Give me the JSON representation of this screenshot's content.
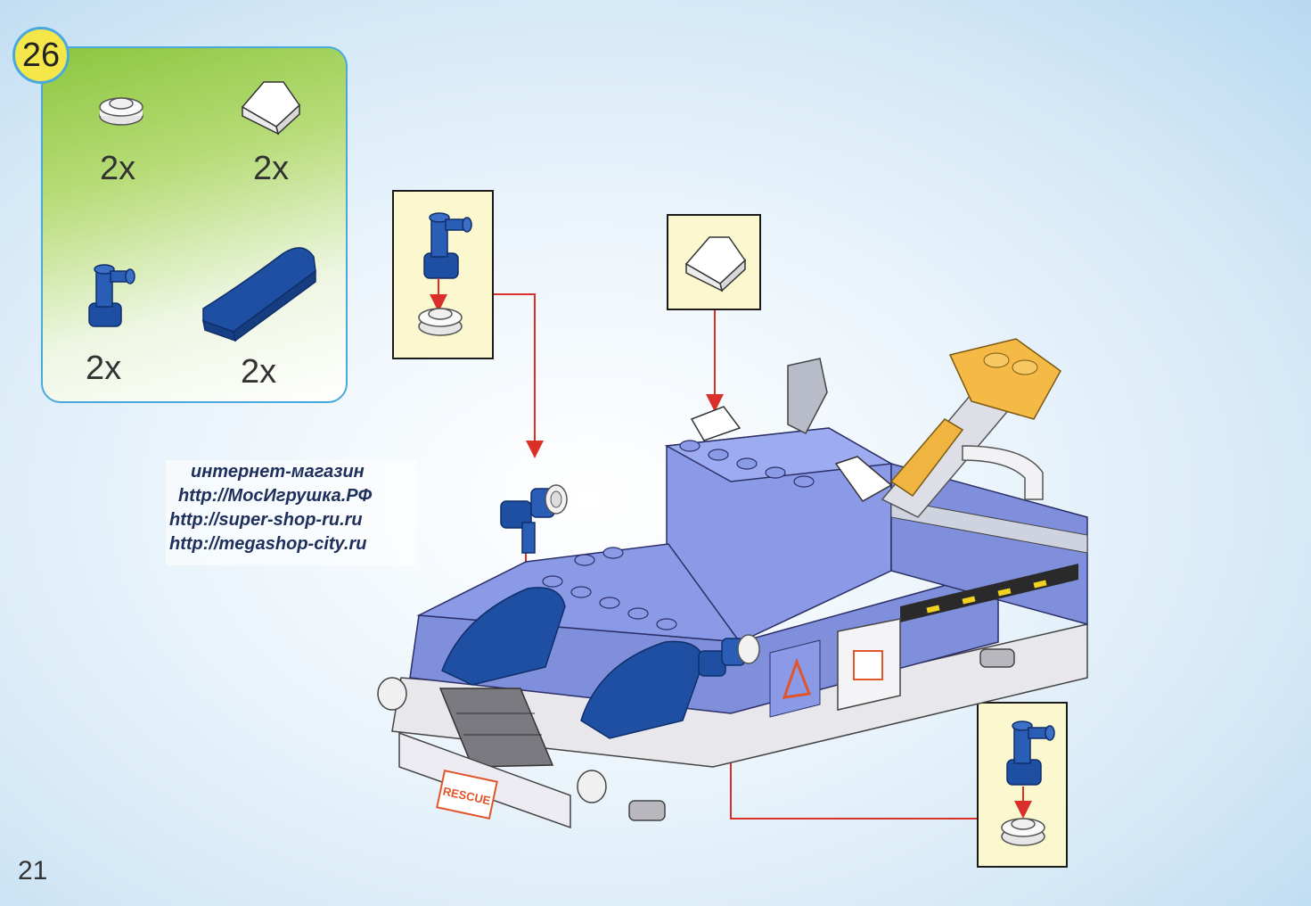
{
  "step": {
    "number": "26"
  },
  "parts": [
    {
      "name": "round-plate-1x1",
      "quantity": "2x",
      "color": "#ffffff"
    },
    {
      "name": "slope-wedge-white",
      "quantity": "2x",
      "color": "#ffffff"
    },
    {
      "name": "bar-holder-blue",
      "quantity": "2x",
      "color": "#1e4fa3"
    },
    {
      "name": "curved-slope-blue",
      "quantity": "2x",
      "color": "#1e4fa3"
    }
  ],
  "watermark": {
    "lines": [
      "интернет-магазин",
      "http://МосИгрушка.РФ",
      "http://super-shop-ru.ru",
      "http://megashop-city.ru"
    ]
  },
  "vehicle": {
    "plate_label": "RESCUE"
  },
  "page": {
    "number": "21"
  },
  "colors": {
    "panel_border": "#4aa9dc",
    "panel_green": "#8cc63e",
    "badge_yellow": "#f5e74a",
    "callout_bg": "#fbf7cf",
    "arrow_red": "#d9302a",
    "brick_blue": "#1e4fa3",
    "body_purple": "#7f8fdc"
  }
}
